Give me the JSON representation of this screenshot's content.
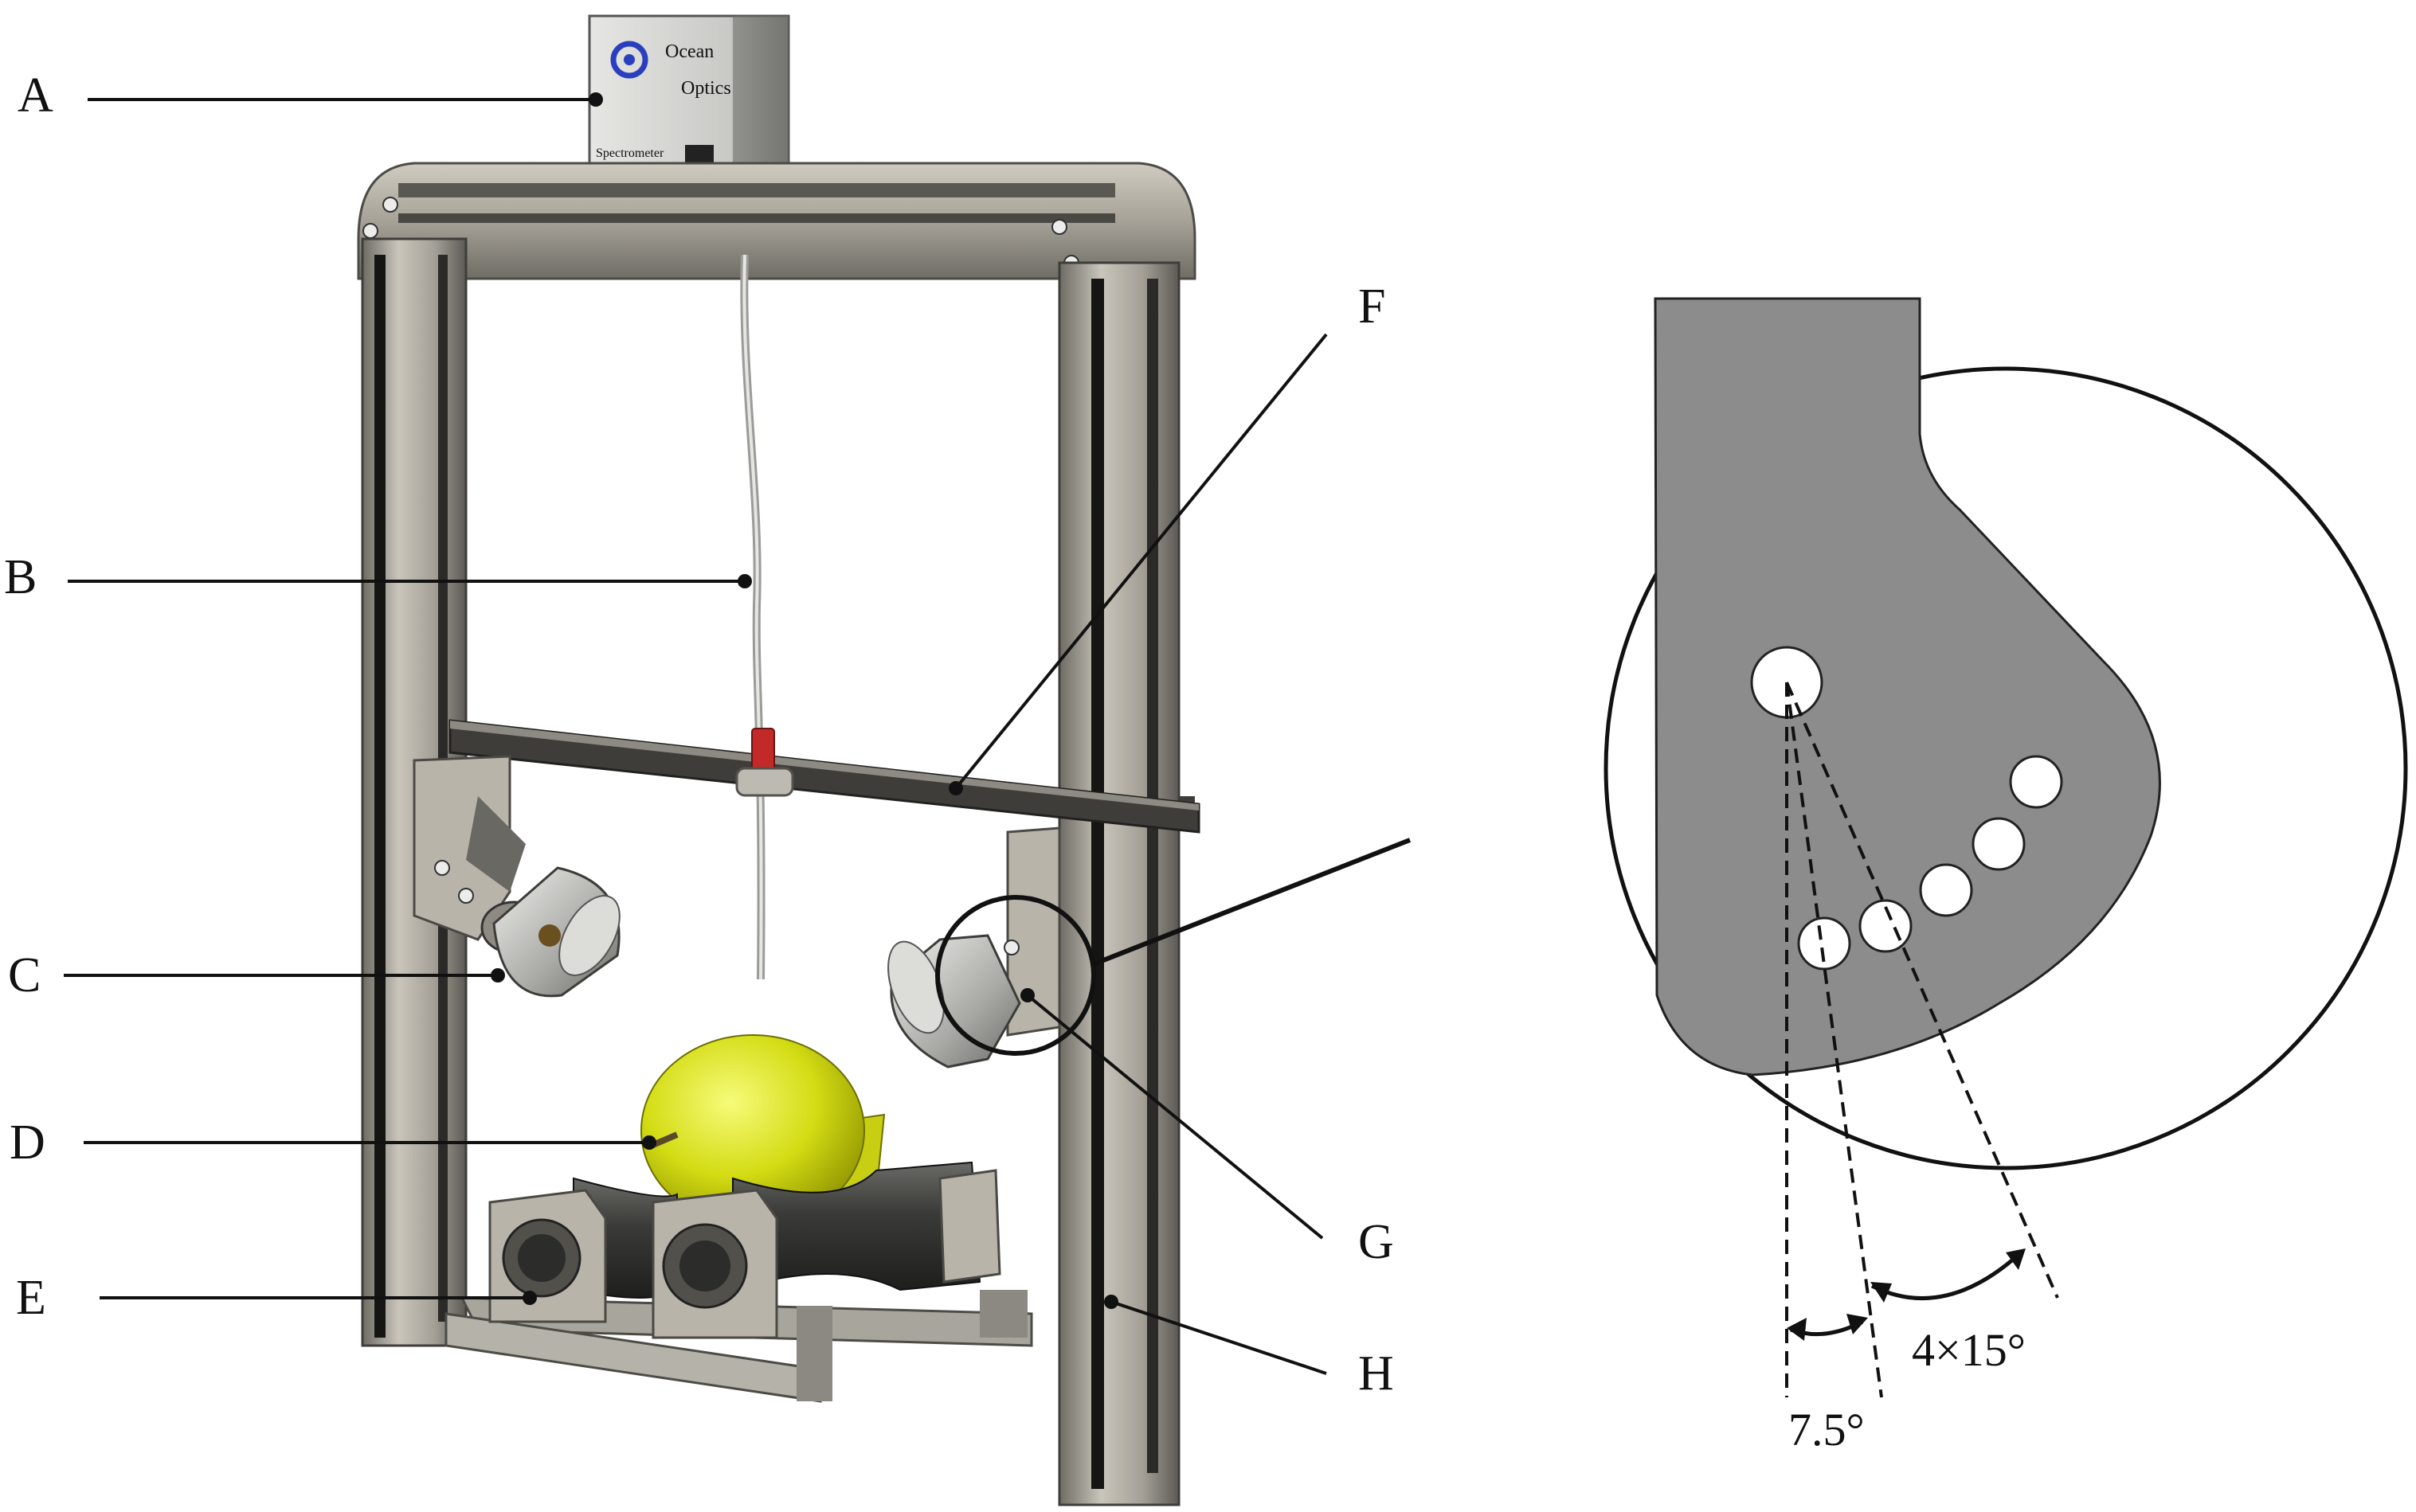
{
  "labels": {
    "A": "A",
    "B": "B",
    "C": "C",
    "D": "D",
    "E": "E",
    "F": "F",
    "G": "G",
    "H": "H"
  },
  "device": {
    "brand_line1": "Ocean",
    "brand_line2": "Optics",
    "model_label": "Spectrometer"
  },
  "detail": {
    "angle_small": "7.5°",
    "angle_large": "4×15°"
  },
  "colors": {
    "frame": "#a9a59b",
    "frame_dark": "#4a4a46",
    "plate": "#8c8c8c",
    "fruit": "#d8e01a",
    "probe_tip": "#c22a2a",
    "roller": "#3c3c3a"
  }
}
